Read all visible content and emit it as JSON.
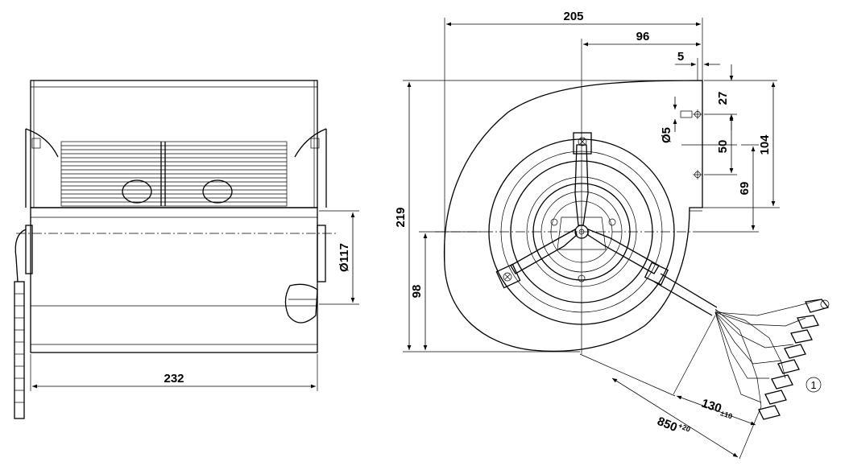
{
  "side_view": {
    "width_dim": "232",
    "diameter_dim": "Ø117"
  },
  "front_view": {
    "width_dim": "205",
    "axis_offset_dim": "96",
    "slot_width_dim": "5",
    "slot_pos_dim": "27",
    "hole_diameter_dim": "Ø5",
    "hole_spacing_dim": "50",
    "height_dim": "104",
    "outlet_height_dim": "69",
    "total_height_dim": "219",
    "axis_height_dim": "98",
    "cable_length_dim": "850",
    "cable_length_tol": "+20",
    "strip_length_dim": "130",
    "strip_length_tol": "±10",
    "callout_number": "1"
  }
}
